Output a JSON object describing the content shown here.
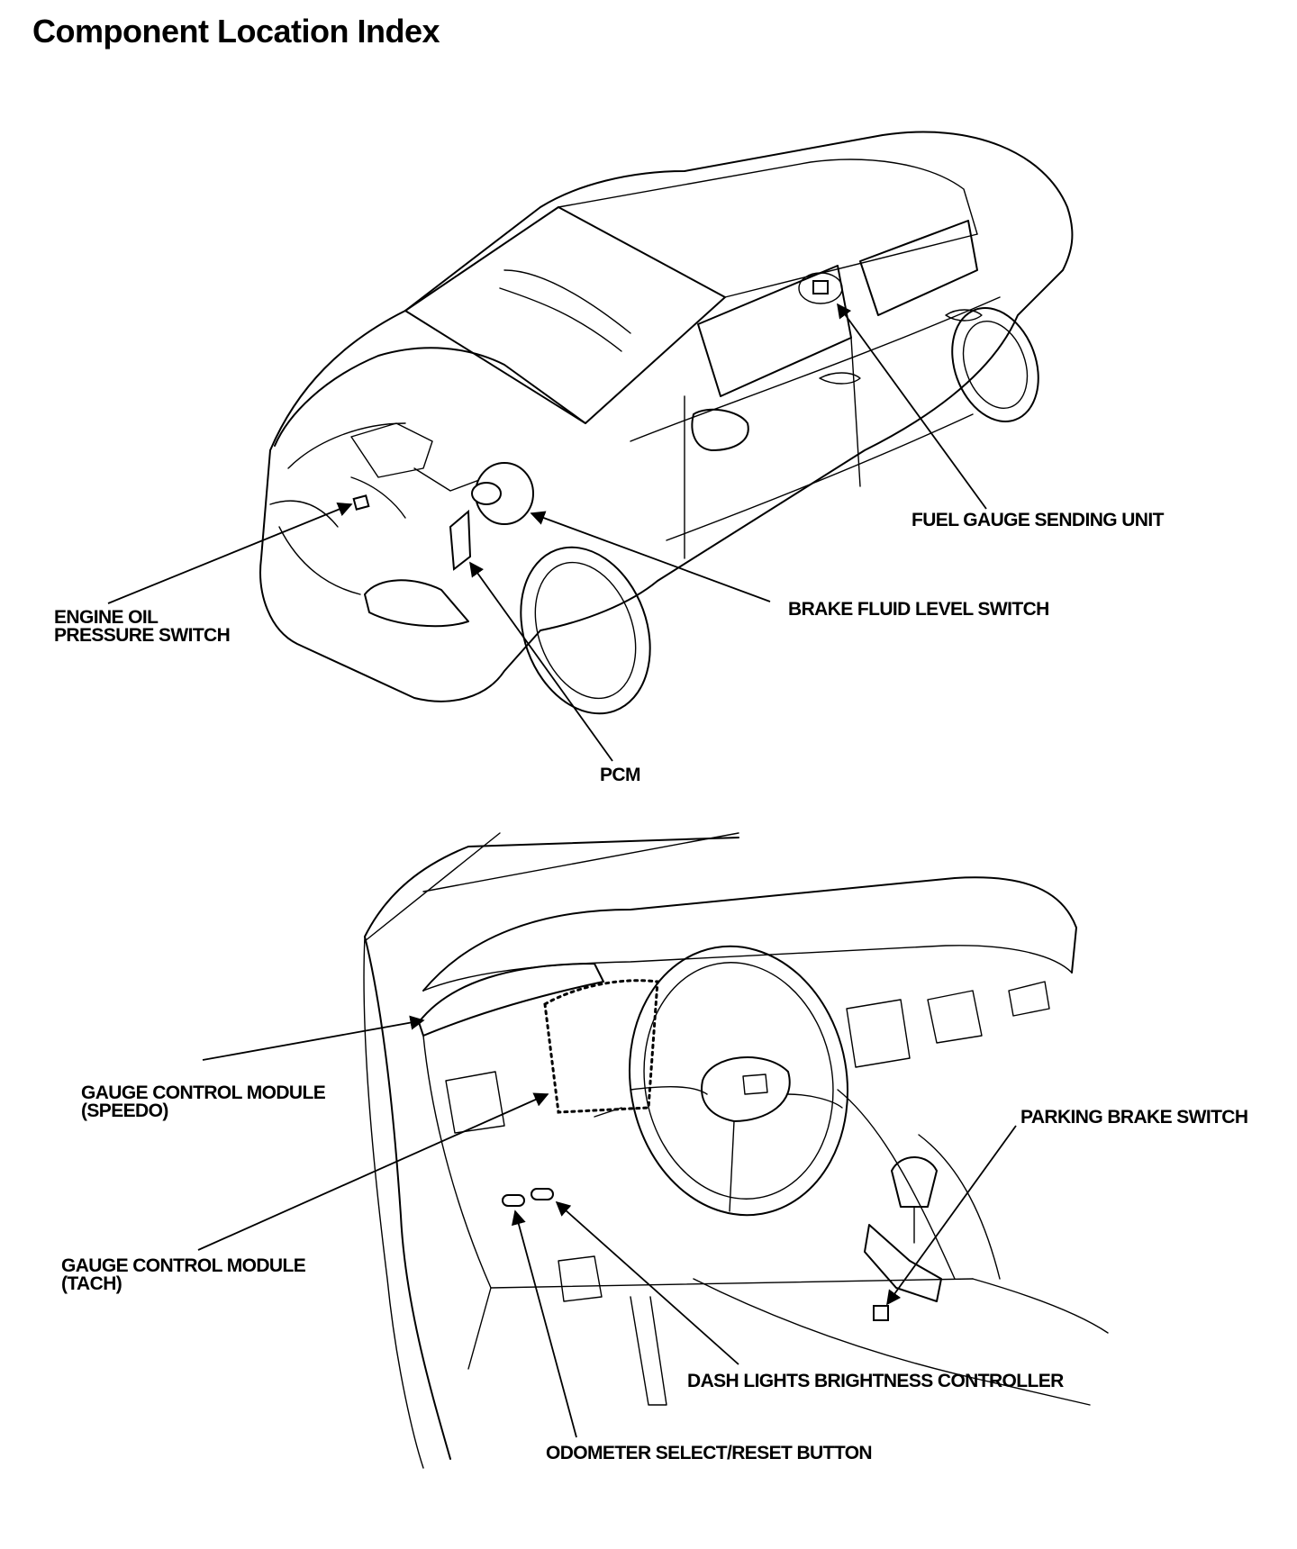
{
  "title": "Component Location Index",
  "callouts": {
    "fuel_gauge_sending_unit": "FUEL GAUGE SENDING UNIT",
    "engine_oil_pressure_switch": [
      "ENGINE OIL",
      "PRESSURE SWITCH"
    ],
    "brake_fluid_level_switch": "BRAKE FLUID LEVEL SWITCH",
    "pcm": "PCM",
    "gauge_control_module_speedo": [
      "GAUGE CONTROL MODULE",
      "(SPEEDO)"
    ],
    "gauge_control_module_tach": [
      "GAUGE CONTROL MODULE",
      "(TACH)"
    ],
    "parking_brake_switch": "PARKING BRAKE SWITCH",
    "dash_lights_brightness_controller": "DASH LIGHTS BRIGHTNESS CONTROLLER",
    "odometer_select_reset_button": "ODOMETER SELECT/RESET BUTTON"
  }
}
